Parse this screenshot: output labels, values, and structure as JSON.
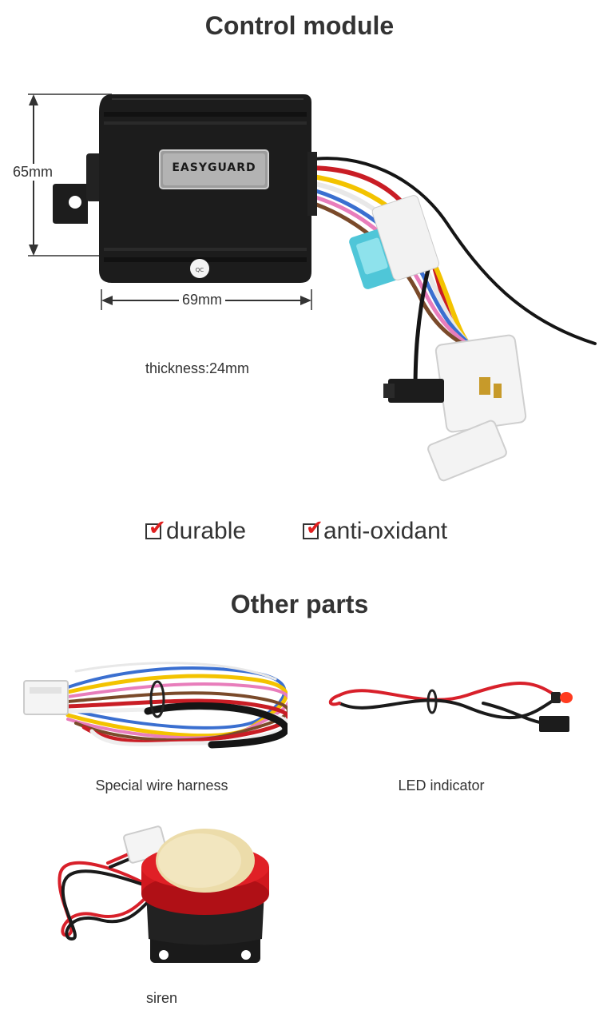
{
  "control": {
    "title": "Control module",
    "brand_label": "EASYGUARD",
    "height_label": "65mm",
    "width_label": "69mm",
    "thickness_label": "thickness:24mm"
  },
  "features": [
    {
      "label": "durable",
      "icon": "check-icon"
    },
    {
      "label": "anti-oxidant",
      "icon": "check-icon"
    }
  ],
  "other": {
    "title": "Other parts",
    "parts": [
      {
        "label": "Special wire harness"
      },
      {
        "label": "LED indicator"
      },
      {
        "label": "siren"
      }
    ]
  },
  "colors": {
    "text": "#333333",
    "check_red": "#e02020",
    "module_body": "#1c1c1c",
    "siren_red": "#d0181e",
    "wire_red": "#d8202a"
  }
}
